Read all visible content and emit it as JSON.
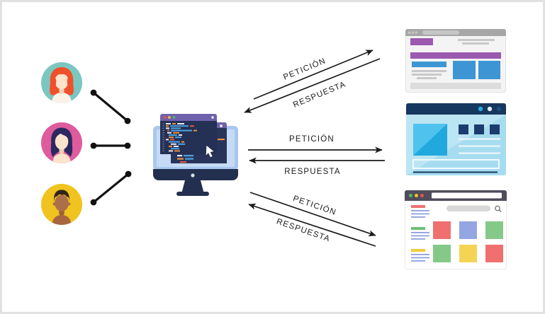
{
  "connections": [
    {
      "request": "PETICIÓN",
      "response": "RESPUESTA"
    },
    {
      "request": "PETICIÓN",
      "response": "RESPUESTA"
    },
    {
      "request": "PETICIÓN",
      "response": "RESPUESTA"
    }
  ],
  "colors": {
    "arrow": "#1a1a1a",
    "canvas_border": "#e1e1e1",
    "avatar1_circle": "#7cc6c0",
    "avatar1_hair": "#f0502a",
    "avatar2_circle": "#de5b9e",
    "avatar2_hair": "#2b2960",
    "avatar3_circle": "#f0c31f",
    "avatar3_hair": "#32241a",
    "skin_light": "#fbe3cc",
    "skin_brown": "#ad6e4a",
    "monitor_frame": "#a9c7ee",
    "monitor_screen": "#c6daf5",
    "monitor_base": "#232f4e",
    "code_window_header": "#6f61ac",
    "code_window_body": "#243054",
    "code_orange": "#f0913b",
    "code_blue": "#4fa3dc",
    "code_red": "#e2574c",
    "browser1_chrome": "#a7a7a7",
    "browser1_accent_purple": "#9b59b0",
    "browser1_accent_blue": "#3d96d3",
    "browser2_chrome": "#16375e",
    "browser2_body": "#a6dcef",
    "browser2_accent_cyan": "#29abe2",
    "browser2_accent_navy": "#1c3c70",
    "browser3_chrome": "#504c5c",
    "browser3_red": "#f07070",
    "browser3_green": "#84c988",
    "browser3_yellow": "#f5d355",
    "browser3_periwinkle": "#93a6e3"
  }
}
